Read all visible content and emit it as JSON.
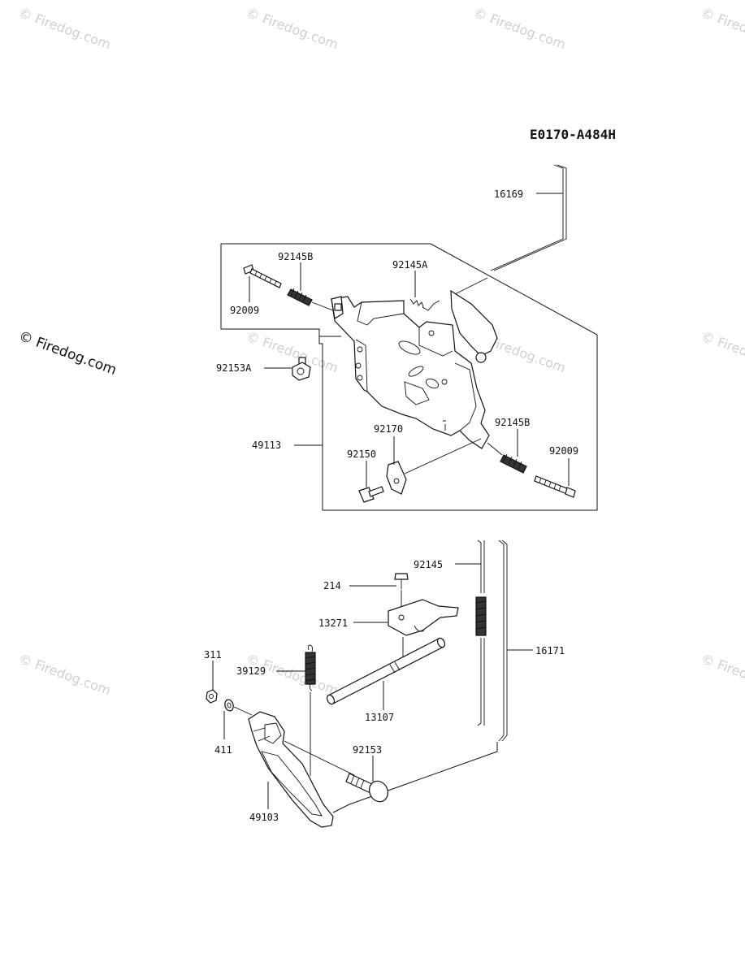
{
  "diagram_code": "E0170-A484H",
  "watermark": "© Firedog.com",
  "callouts": {
    "p16169": "16169",
    "p92145B_top": "92145B",
    "p92145A": "92145A",
    "p92009_top": "92009",
    "p92153A": "92153A",
    "p49113": "49113",
    "p92170": "92170",
    "p92150": "92150",
    "p92145B_right": "92145B",
    "p92009_right": "92009",
    "p92145": "92145",
    "p214": "214",
    "p13271": "13271",
    "p311": "311",
    "p39129": "39129",
    "p16171": "16171",
    "p13107": "13107",
    "p411": "411",
    "p92153": "92153",
    "p49103": "49103"
  }
}
